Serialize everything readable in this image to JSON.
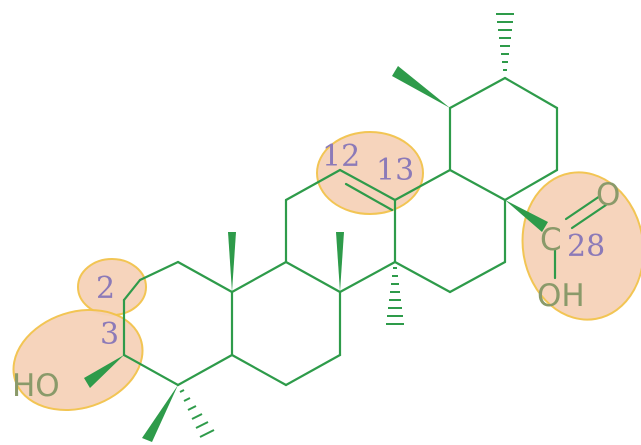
{
  "diagram": {
    "colors": {
      "bond": "#2e9b4a",
      "highlight_fill": "#f6d2b9",
      "highlight_stroke": "#f2c24b",
      "number_text": "#8c7ab8",
      "atom_text": "#8a9a6a"
    },
    "labels": {
      "c2": "2",
      "c3": "3",
      "c12": "12",
      "c13": "13",
      "c28": "28",
      "ho": "HO",
      "c_atom": "C",
      "o_atom": "O",
      "oh": "OH"
    }
  }
}
